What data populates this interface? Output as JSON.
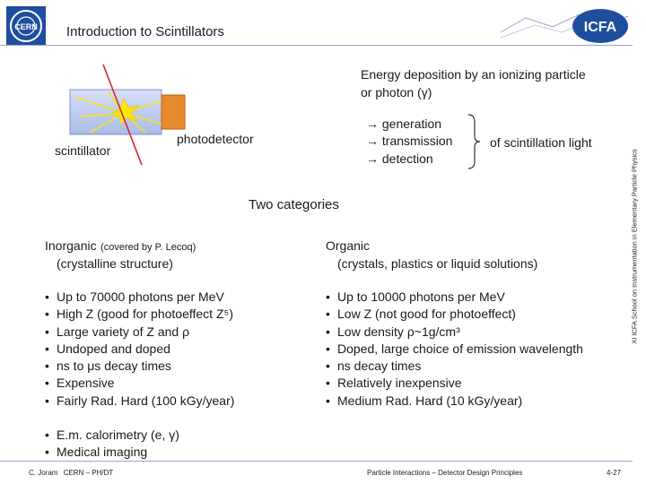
{
  "header": {
    "title": "Introduction to Scintillators",
    "logo_left_text": "CERN",
    "logo_right_text": "ICFA"
  },
  "sidebar_text": "XI ICFA School on Instrumentation in Elementary Particle Physics",
  "diagram": {
    "caption_line1": "Energy deposition by an ionizing particle",
    "caption_line2": "or photon (γ)",
    "scintillator_label": "scintillator",
    "photodetector_label": "photodetector",
    "steps": [
      "→ generation",
      "→ transmission",
      "→ detection"
    ],
    "steps_suffix": "of scintillation light"
  },
  "categories_heading": "Two categories",
  "inorganic": {
    "title": "Inorganic",
    "note": "(covered by P. Lecoq)",
    "subtitle": "(crystalline structure)",
    "items": [
      "Up to 70000 photons per MeV",
      "High Z (good for photoeffect Z⁵)",
      "Large variety of Z and ρ",
      "Undoped and doped",
      "ns to μs decay times",
      "Expensive",
      "Fairly Rad. Hard (100 kGy/year)"
    ]
  },
  "organic": {
    "title": "Organic",
    "subtitle": "(crystals, plastics or liquid solutions)",
    "items": [
      "Up to 10000 photons per MeV",
      "Low Z (not good for photoeffect)",
      "Low density ρ~1g/cm³",
      "Doped, large choice of emission wavelength",
      "ns decay times",
      "Relatively inexpensive",
      "Medium Rad. Hard (10 kGy/year)"
    ]
  },
  "applications": [
    "E.m. calorimetry (e, γ)",
    "Medical imaging"
  ],
  "footer": {
    "author": "C. Joram",
    "affiliation": "CERN – PH/DT",
    "course": "Particle Interactions – Detector Design Principles",
    "page": "4-27"
  },
  "colors": {
    "accent": "#1f4e9e",
    "track": "#d62828",
    "flash": "#ffe600",
    "scintillator": "#b8c8ec",
    "photodetector": "#e58a2c"
  }
}
